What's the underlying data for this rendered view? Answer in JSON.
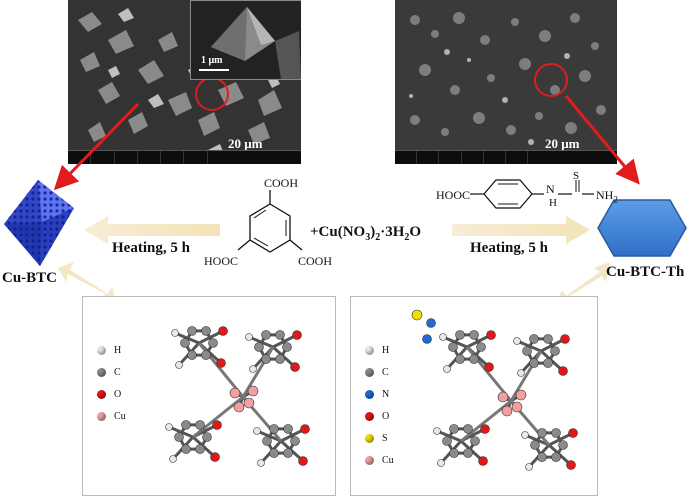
{
  "sem_left": {
    "scale": "20 μm",
    "inset_scale": "1 μm"
  },
  "sem_right": {
    "scale": "20 μm"
  },
  "products": {
    "left": "Cu-BTC",
    "right": "Cu-BTC-Th"
  },
  "conditions": {
    "left": "Heating, 5 h",
    "right": "Heating, 5 h"
  },
  "reagents": {
    "btc_groups": [
      "COOH",
      "HOOC",
      "COOH"
    ],
    "copper_salt": "+Cu(NO3)2·3H2O",
    "thiourea_acid": "HOOC",
    "thiourea_nh": "NH",
    "thiourea_s": "S",
    "thiourea_h": "H",
    "thiourea_n": "N",
    "thiourea_nh2": "NH2"
  },
  "legend_left": [
    {
      "label": "H",
      "color": "#e8e8e8"
    },
    {
      "label": "C",
      "color": "#8a8a8a"
    },
    {
      "label": "O",
      "color": "#e01818"
    },
    {
      "label": "Cu",
      "color": "#f0a0a0"
    }
  ],
  "legend_right": [
    {
      "label": "H",
      "color": "#e8e8e8"
    },
    {
      "label": "C",
      "color": "#8a8a8a"
    },
    {
      "label": "N",
      "color": "#1e6bd6"
    },
    {
      "label": "O",
      "color": "#e01818"
    },
    {
      "label": "S",
      "color": "#f0e000"
    },
    {
      "label": "Cu",
      "color": "#f0a0a0"
    }
  ]
}
